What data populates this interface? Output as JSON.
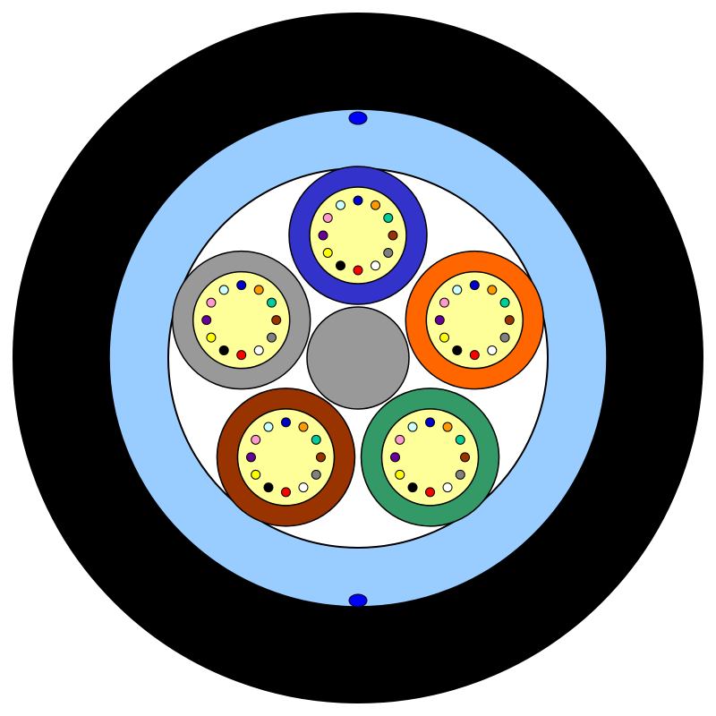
{
  "colors": {
    "background": "#ffffff",
    "outer_jacket": "#000000",
    "water_blocking_layer": "#99ccff",
    "ripcord": "#0000ff",
    "core_wrap": "#ffffff",
    "central_strength_member": "#999999",
    "tube_gel": "#ffff99",
    "outline": "#000000"
  },
  "buffer_tubes": [
    {
      "name": "blue",
      "color": "#3333cc"
    },
    {
      "name": "orange",
      "color": "#ff6600"
    },
    {
      "name": "green",
      "color": "#339966"
    },
    {
      "name": "brown",
      "color": "#993300"
    },
    {
      "name": "slate",
      "color": "#999999"
    }
  ],
  "fibers": [
    {
      "name": "blue",
      "color": "#0000cc"
    },
    {
      "name": "orange",
      "color": "#ff9900"
    },
    {
      "name": "green",
      "color": "#00cc99"
    },
    {
      "name": "brown",
      "color": "#993300"
    },
    {
      "name": "slate",
      "color": "#808080"
    },
    {
      "name": "white",
      "color": "#ffffff"
    },
    {
      "name": "red",
      "color": "#ff0000"
    },
    {
      "name": "black",
      "color": "#000000"
    },
    {
      "name": "yellow",
      "color": "#ffff00"
    },
    {
      "name": "violet",
      "color": "#660099"
    },
    {
      "name": "rose",
      "color": "#ff99cc"
    },
    {
      "name": "aqua",
      "color": "#ccffff"
    }
  ],
  "ripcord_count": 2
}
